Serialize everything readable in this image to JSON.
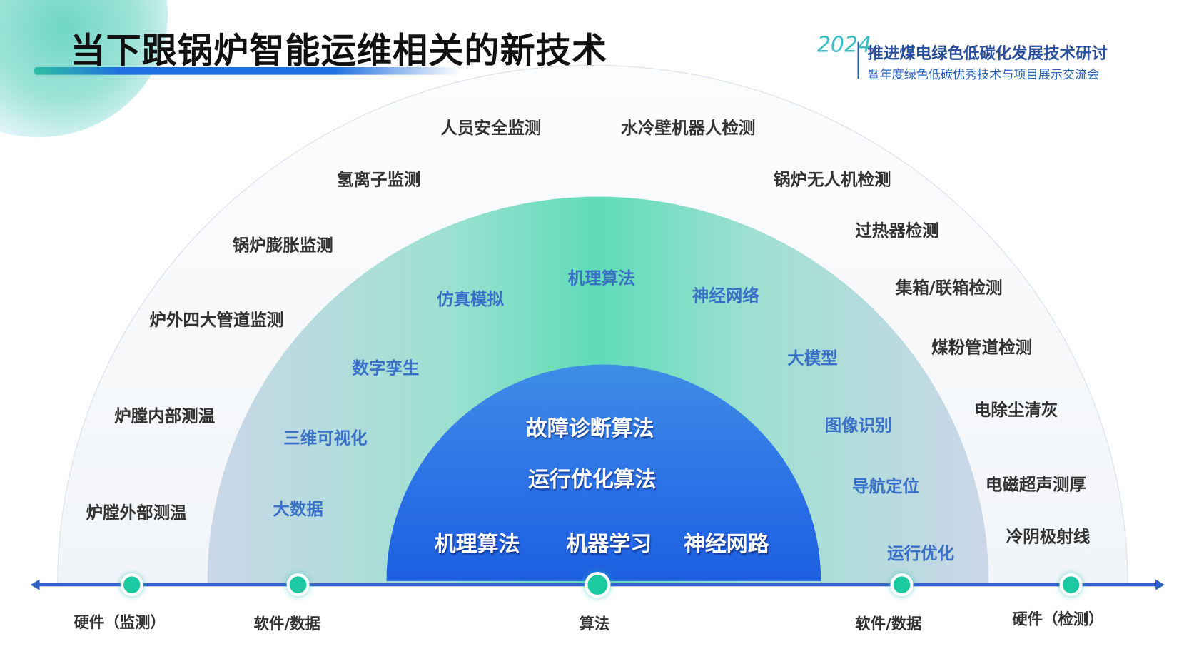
{
  "title": "当下跟锅炉智能运维相关的新技术",
  "logo": {
    "year": "2024",
    "line1": "推进煤电绿色低碳化发展技术研讨",
    "line2": "暨年度绿色低碳优秀技术与项目展示交流会"
  },
  "outer_items": [
    "人员安全监测",
    "水冷壁机器人检测",
    "氢离子监测",
    "锅炉无人机检测",
    "锅炉膨胀监测",
    "过热器检测",
    "集箱/联箱检测",
    "炉外四大管道监测",
    "煤粉管道检测",
    "炉膛内部测温",
    "电除尘清灰",
    "炉膛外部测温",
    "电磁超声测厚",
    "冷阴极射线"
  ],
  "middle_items": [
    "机理算法",
    "仿真模拟",
    "神经网络",
    "数字孪生",
    "大模型",
    "三维可视化",
    "图像识别",
    "大数据",
    "导航定位",
    "运行优化"
  ],
  "inner_items": [
    "故障诊断算法",
    "运行优化算法",
    "机理算法",
    "机器学习",
    "神经网路"
  ],
  "axis_labels": [
    "硬件（监测）",
    "软件/数据",
    "算法",
    "软件/数据",
    "硬件（检测）"
  ],
  "colors": {
    "accent": "#2e62c9",
    "dot": "#1dc9a0",
    "inner": "#2b6fe6",
    "middle_text": "#3a71c6"
  }
}
